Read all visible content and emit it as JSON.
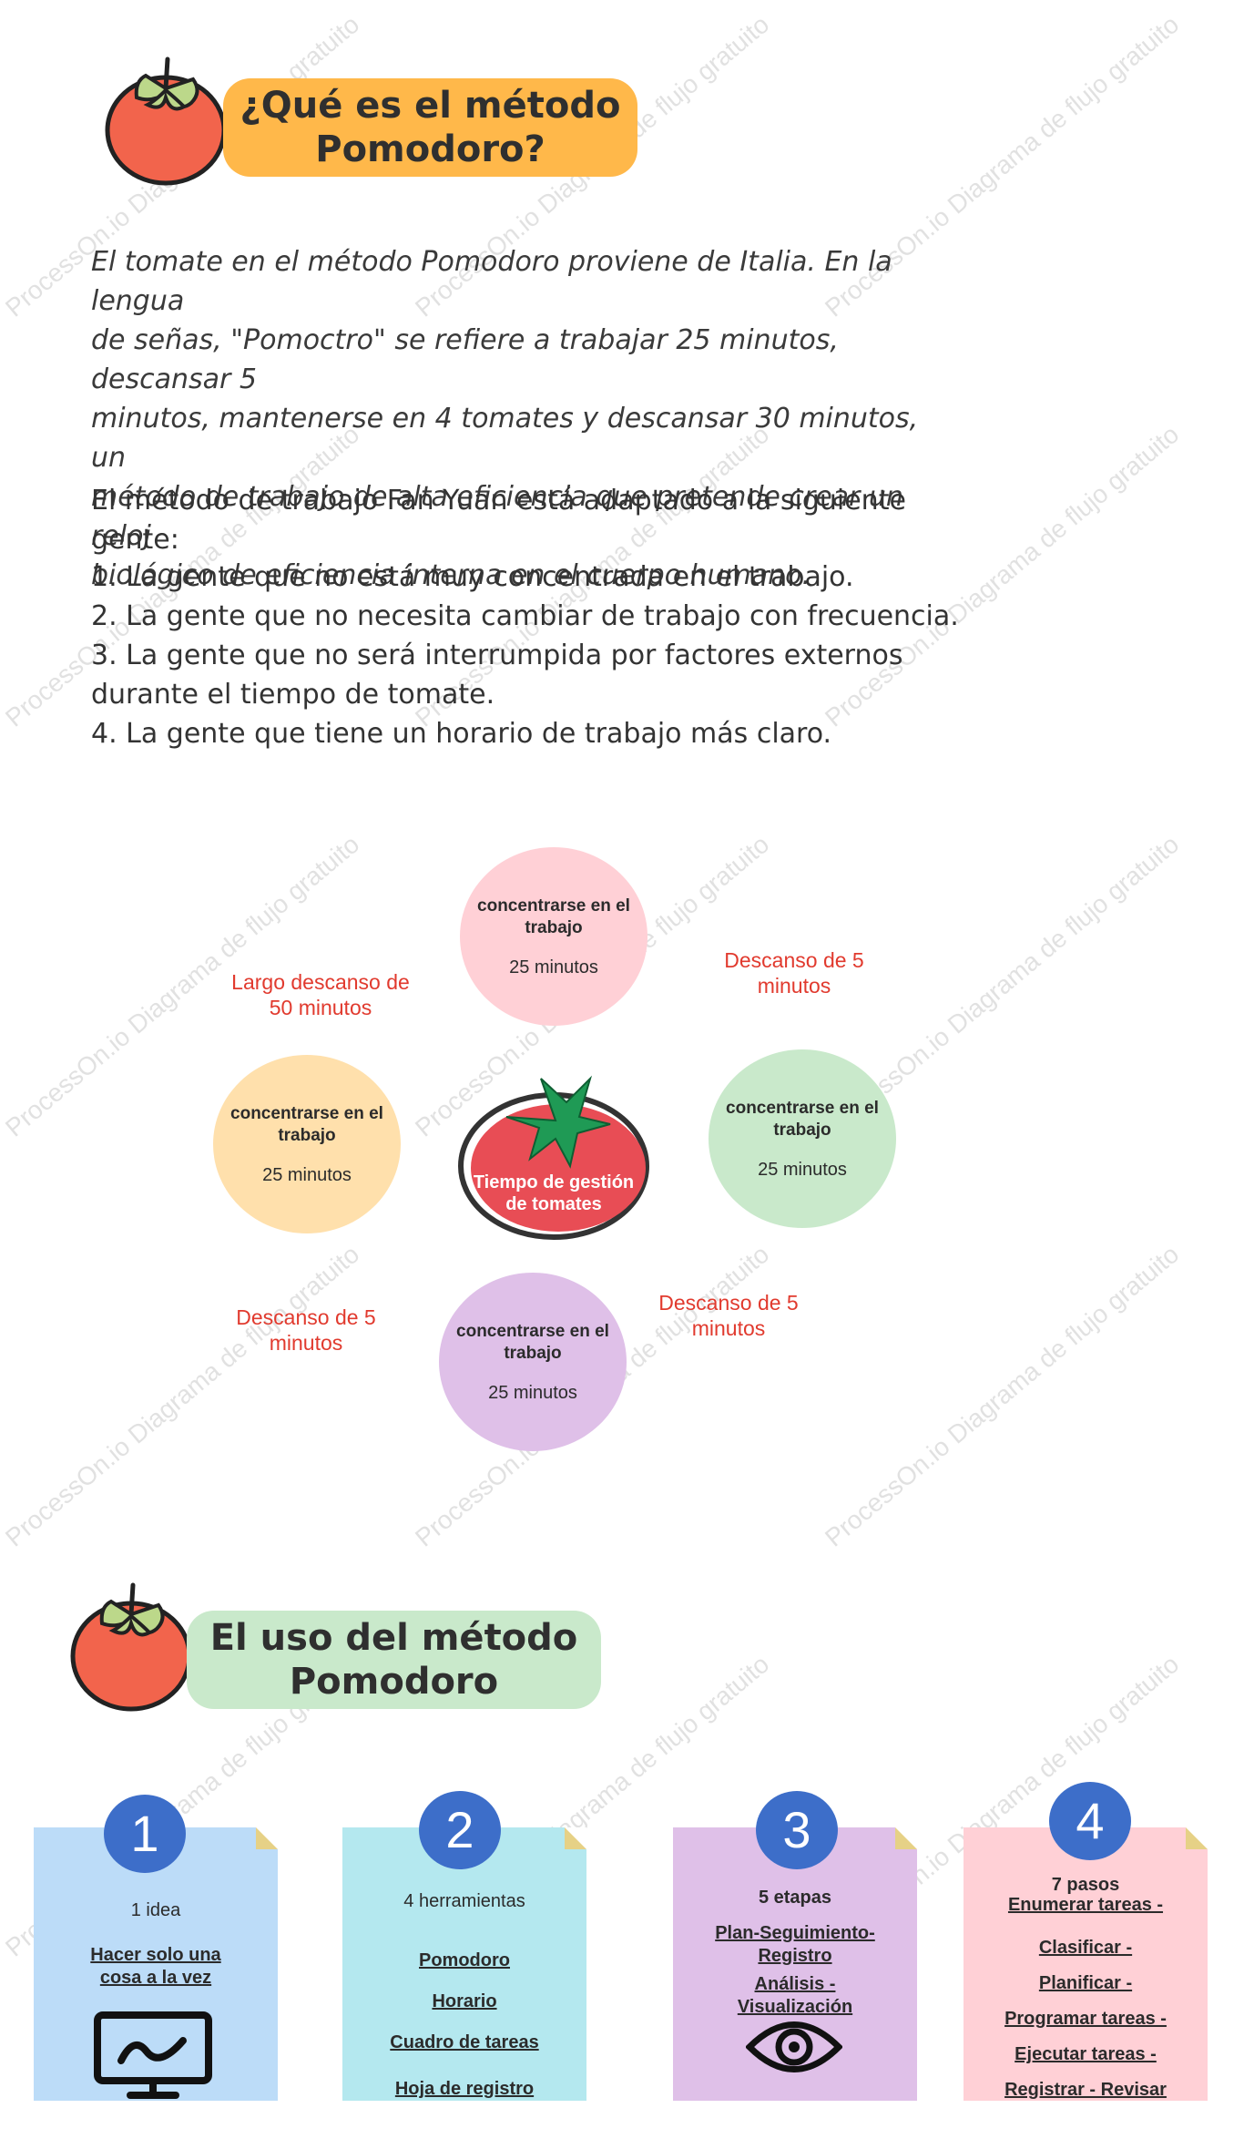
{
  "section1": {
    "title_line1": "¿Qué es el método",
    "title_line2": "Pomodoro?",
    "intro_lines": [
      "El tomate en el método Pomodoro proviene de Italia. En la lengua",
      "de señas, \"Pomoctro\" se refiere a trabajar 25 minutos, descansar 5",
      "minutos, mantenerse en 4 tomates y descansar 30 minutos, un",
      "método de trabajo de alta eficiencia que pretende crear un reloj",
      "biológico de eficiencia interna en el cuerpo humano."
    ],
    "adapted_text": "El método de trabajo Fan Yuan está adaptado a la siguiente gente:",
    "list_lines": [
      "1. La gente que no está muy concentrada en el trabajo.",
      "2. La gente que no necesita cambiar de trabajo con frecuencia.",
      "3. La gente que no será interrumpida por factores externos",
      "durante el tiempo de tomate.",
      "4. La gente que tiene un horario de trabajo más claro."
    ]
  },
  "cycle": {
    "center_label": "Tiempo de gestión de tomates",
    "focus_title": "concentrarse en el trabajo",
    "focus_minutes": "25 minutos",
    "rest_top_right": "Descanso de 5 minutos",
    "rest_bottom_right": "Descanso de 5 minutos",
    "rest_bottom_left": "Descanso de 5 minutos",
    "rest_long": "Largo descanso de 50 minutos",
    "colors": {
      "top": "#ffd0d6",
      "right": "#c9e9cb",
      "bottom": "#dfc0e8",
      "left": "#ffe0ac",
      "rest_text": "#e13a2e",
      "tomato": "#e84d55",
      "leaf": "#1f9a55"
    }
  },
  "section2": {
    "title_line1": "El uso del método",
    "title_line2": "Pomodoro"
  },
  "cards": [
    {
      "number": "1",
      "heading": "1 idea",
      "items": [
        "Hacer solo una cosa a la vez"
      ],
      "icon": "monitor-chart-icon",
      "color": "#bcdcf8"
    },
    {
      "number": "2",
      "heading": "4 herramientas",
      "items": [
        "Pomodoro",
        "Horario",
        "Cuadro de tareas",
        "Hoja de registro"
      ],
      "color": "#b4e8ef"
    },
    {
      "number": "3",
      "heading": "5 etapas",
      "items": [
        "Plan-Seguimiento-Registro",
        "Análisis - Visualización"
      ],
      "icon": "eye-icon",
      "color": "#dfc0e8"
    },
    {
      "number": "4",
      "heading": "7 pasos",
      "items": [
        "Enumerar tareas -",
        "Clasificar -",
        "Planificar -",
        "Programar tareas -",
        "Ejecutar tareas -",
        "Registrar - Revisar"
      ],
      "color": "#ffd0d6"
    }
  ],
  "watermark": "ProcessOn.io Diagrama de flujo gratuito"
}
